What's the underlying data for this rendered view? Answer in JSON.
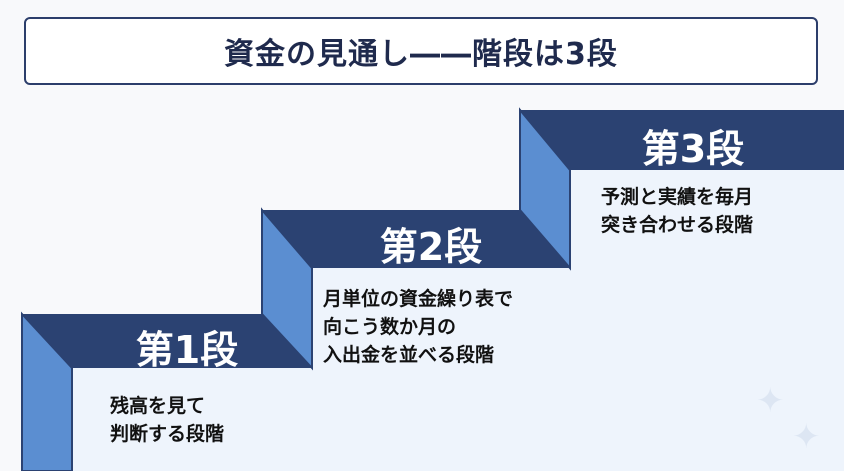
{
  "title": "資金の見通し――階段は3段",
  "steps": [
    {
      "label": "第1段",
      "description": [
        "残高を見て",
        "判断する段階"
      ]
    },
    {
      "label": "第2段",
      "description": [
        "月単位の資金繰り表で",
        "向こう数か月の",
        "入出金を並べる段階"
      ]
    },
    {
      "label": "第3段",
      "description": [
        "予測と実績を毎月",
        "突き合わせる段階"
      ]
    }
  ],
  "colors": {
    "tread": "#2b4272",
    "riser": "#5b8ed1",
    "front": "#eef4fc",
    "title_border": "#2c3e6b"
  },
  "icons": [
    "sparkle-icon"
  ]
}
